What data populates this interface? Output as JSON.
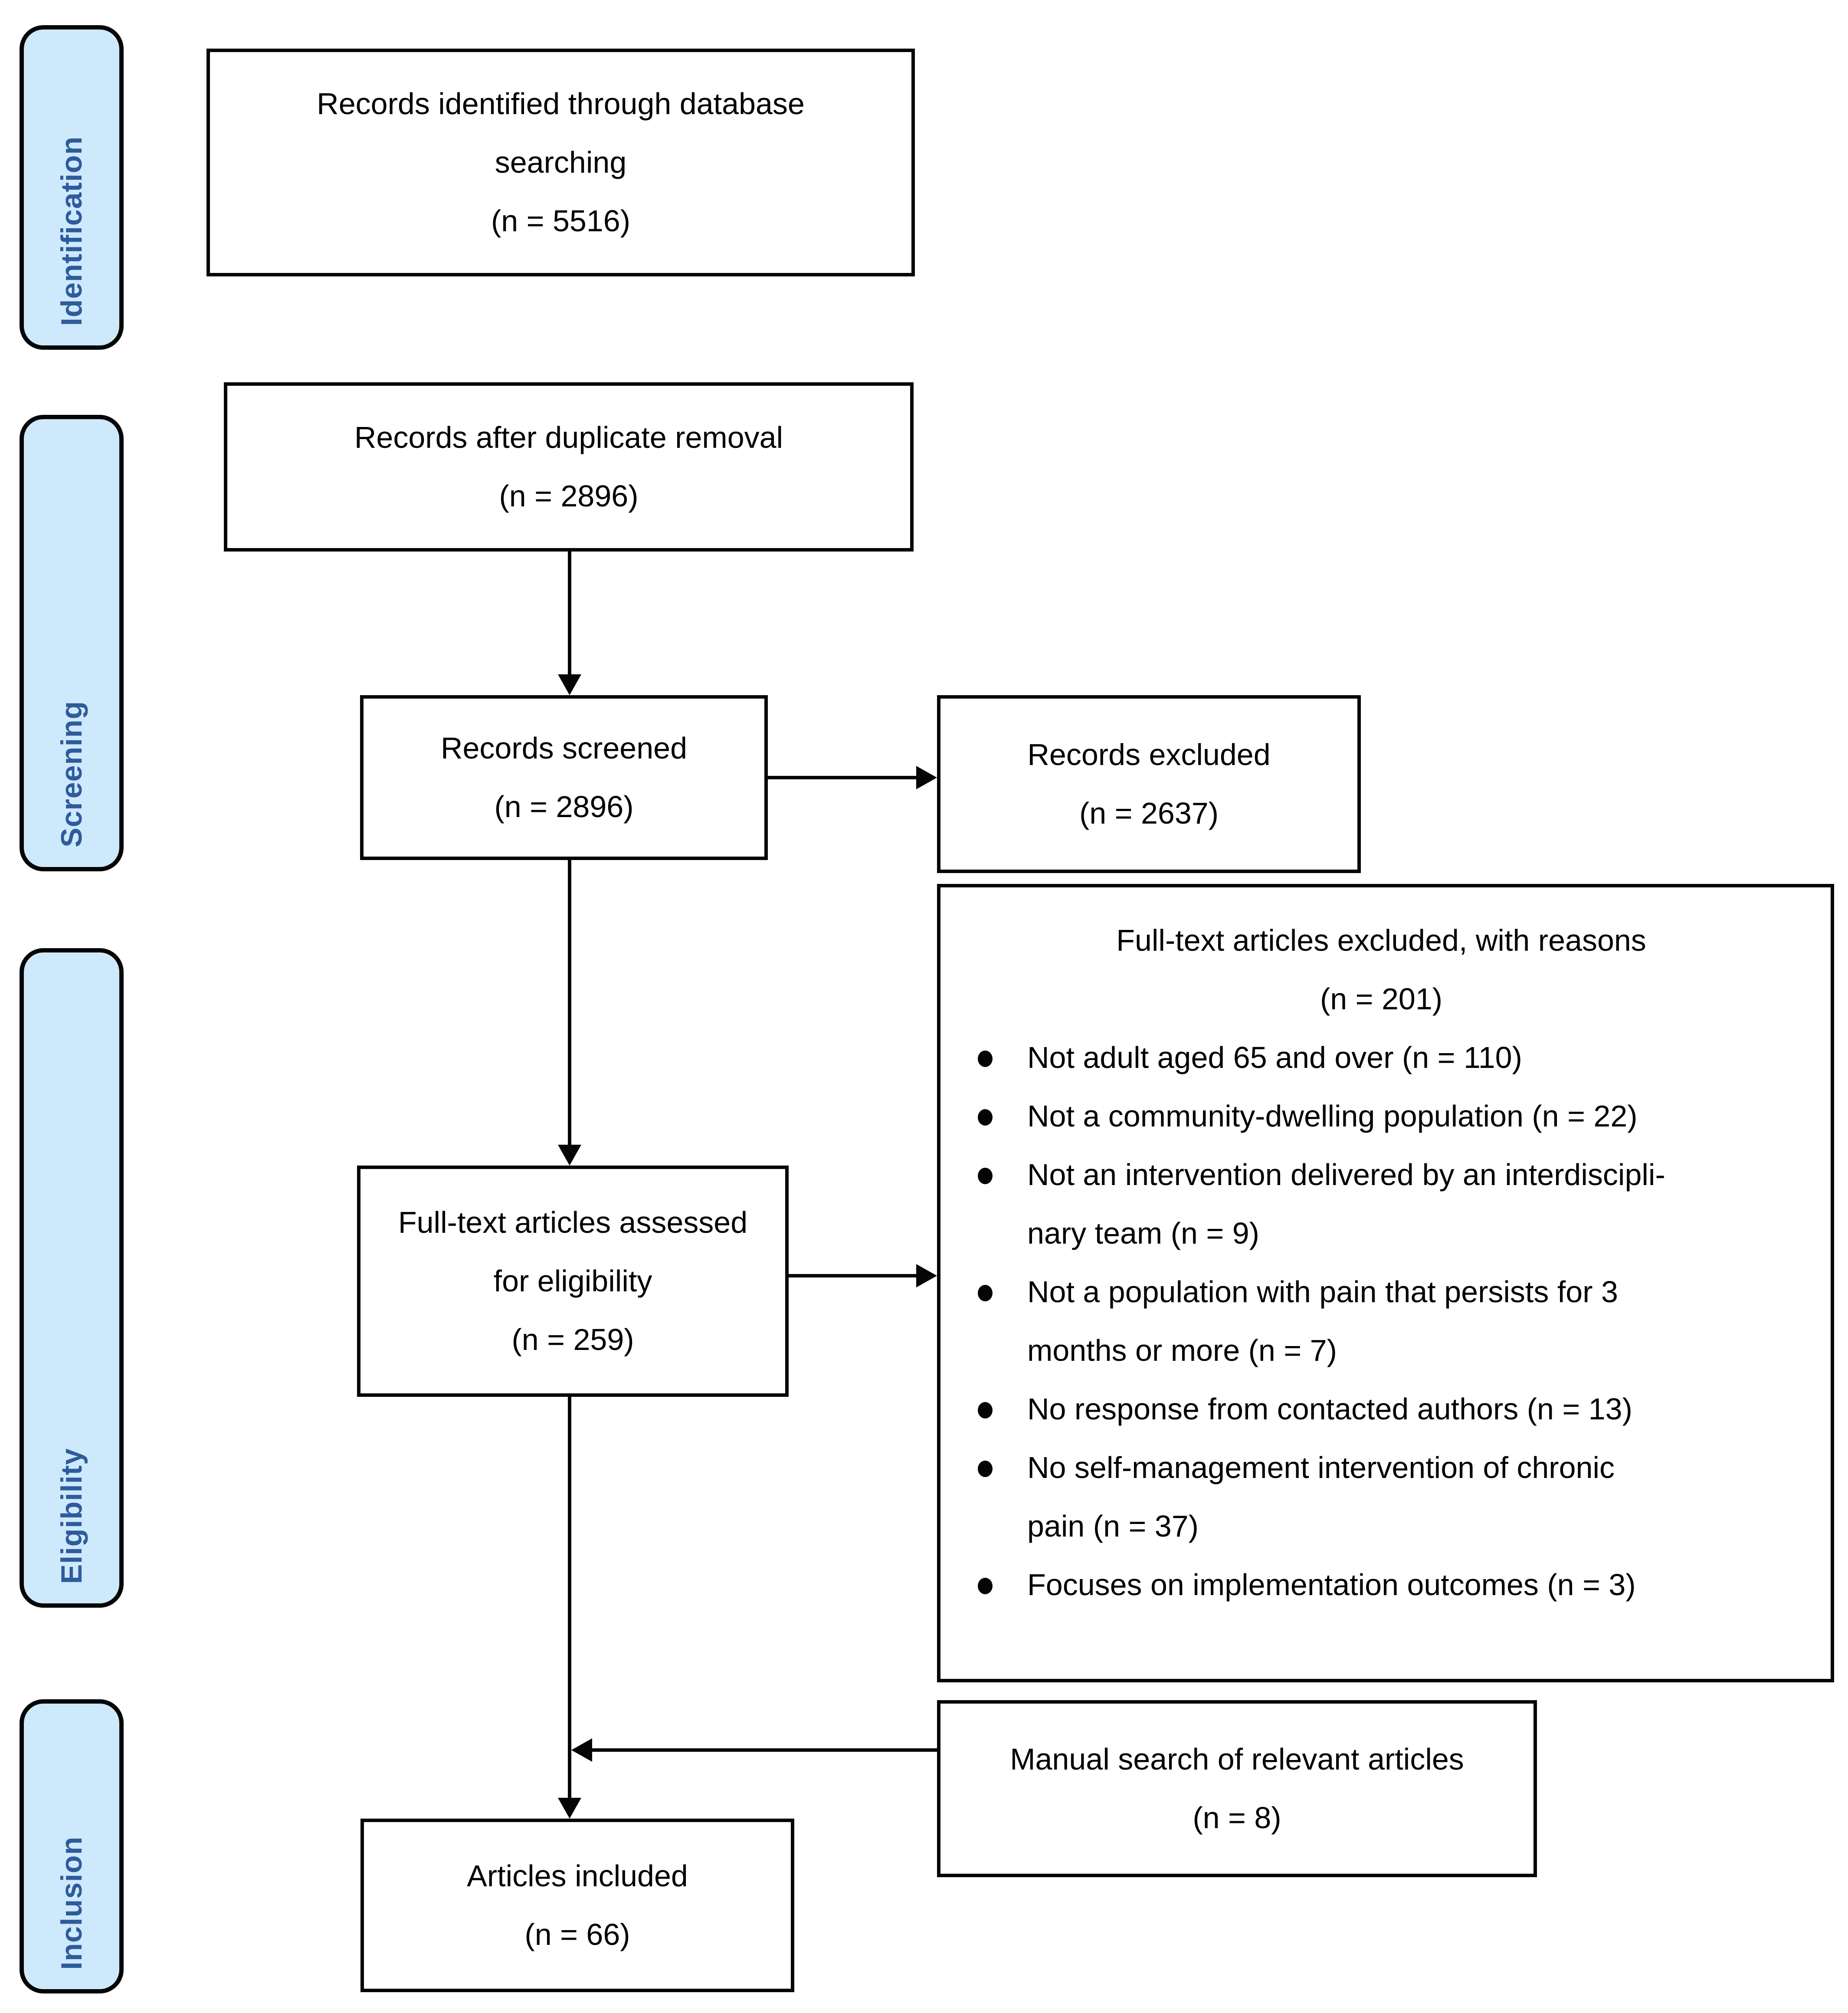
{
  "stages": [
    {
      "label": "Identification"
    },
    {
      "label": "Screening"
    },
    {
      "label": "Eligibility"
    },
    {
      "label": "Inclusion"
    }
  ],
  "boxes": {
    "identified": {
      "text": "Records identified through database\nsearching",
      "count": "(n = 5516)"
    },
    "deduplicated": {
      "text": "Records after duplicate removal",
      "count": "(n = 2896)"
    },
    "screened": {
      "text": "Records screened",
      "count": "(n = 2896)"
    },
    "excluded": {
      "text": "Records excluded",
      "count": "(n = 2637)"
    },
    "fulltext_excluded": {
      "title": "Full-text articles excluded, with reasons",
      "count": "(n = 201)",
      "reasons": [
        "Not adult aged 65 and over (n = 110)",
        "Not a community-dwelling population (n = 22)",
        "Not an intervention delivered by an interdiscipli-\nnary team (n = 9)",
        "Not a population with pain that persists for 3\nmonths or more (n = 7)",
        "No response from contacted authors (n = 13)",
        "No self-management intervention of chronic\npain (n = 37)",
        "Focuses on implementation outcomes (n = 3)"
      ]
    },
    "fulltext_assessed": {
      "text": "Full-text articles assessed\nfor eligibility",
      "count": "(n = 259)"
    },
    "manual_search": {
      "text": "Manual search of relevant articles",
      "count": "(n = 8)"
    },
    "included": {
      "text": "Articles included",
      "count": "(n = 66)"
    }
  },
  "colors": {
    "stage_fill": "#cde9fb",
    "stage_text": "#2e5b9c",
    "box_border": "#050505",
    "arrow": "#050505",
    "background": "#ffffff"
  }
}
